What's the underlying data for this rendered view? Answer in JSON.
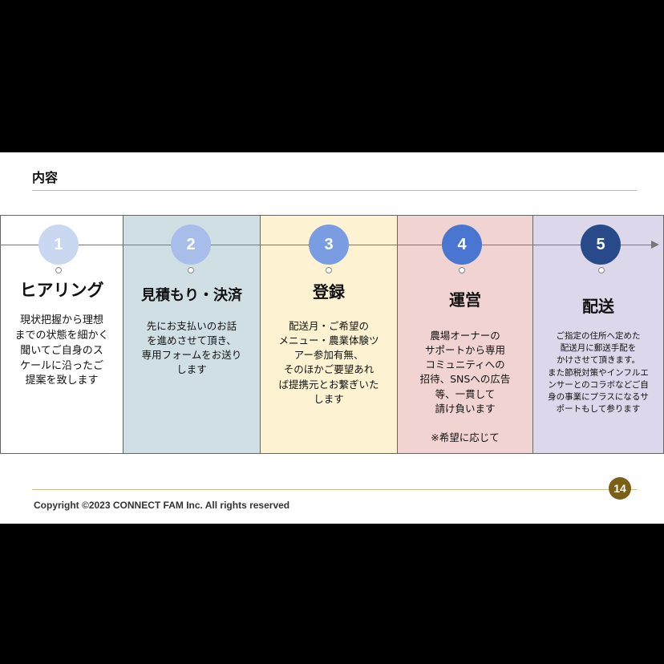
{
  "slide": {
    "title": "内容",
    "copyright": "Copyright ©2023 CONNECT FAM Inc. All rights reserved",
    "page_number": "14"
  },
  "steps": [
    {
      "number": "1",
      "title": "ヒアリング",
      "body": "現状把握から理想\nまでの状態を細かく\n聞いてご自身のス\nケールに沿ったご\n提案を致します",
      "bg": "#ffffff",
      "circle": "#c9d7f0"
    },
    {
      "number": "2",
      "title": "見積もり・決済",
      "body": "先にお支払いのお話\nを進めさせて頂き、\n専用フォームをお送り\nします",
      "bg": "#d0dfe3",
      "circle": "#a8bde9"
    },
    {
      "number": "3",
      "title": "登録",
      "body": "配送月・ご希望の\nメニュー・農業体験ツ\nアー参加有無、\nそのほかご要望あれ\nば提携元とお繋ぎいた\nします",
      "bg": "#fdf3d3",
      "circle": "#7a9ce0"
    },
    {
      "number": "4",
      "title": "運営",
      "body": "農場オーナーの\nサポートから専用\nコミュニティへの\n招待、SNSへの広告\n等、一貫して\n請け負います\n\n※希望に応じて",
      "bg": "#f1d3d1",
      "circle": "#4a75d1"
    },
    {
      "number": "5",
      "title": "配送",
      "body": "ご指定の住所へ定めた\n配送月に郵送手配を\nかけさせて頂きます。\nまた節税対策やインフルエ\nンサーとのコラボなどご自\n身の事業にプラスになるサ\nポートもして参ります",
      "bg": "#dcd7ea",
      "circle": "#284a8a"
    }
  ]
}
